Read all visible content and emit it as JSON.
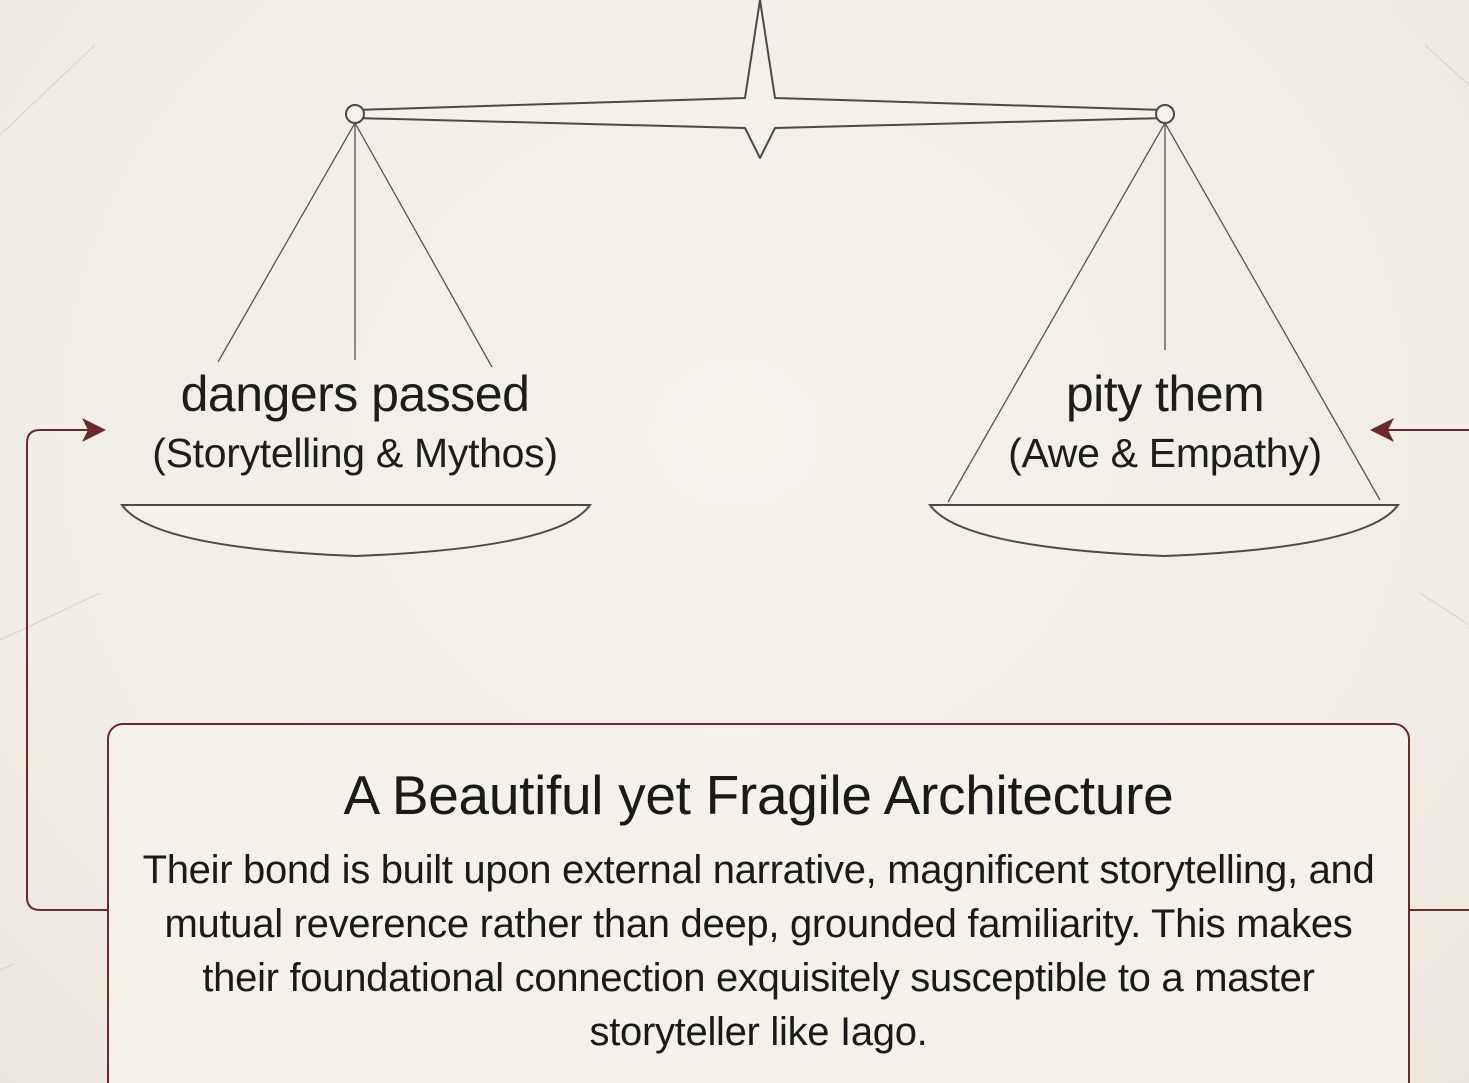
{
  "scale": {
    "left_pan": {
      "primary": "dangers passed",
      "secondary": "(Storytelling & Mythos)"
    },
    "right_pan": {
      "primary": "pity them",
      "secondary": "(Awe & Empathy)"
    }
  },
  "callout": {
    "title": "A Beautiful yet Fragile Architecture",
    "body": "Their bond is built upon external narrative, magnificent storytelling, and mutual reverence rather than deep, grounded familiarity. This makes their foundational connection exquisitely susceptible to a master storyteller like Iago."
  },
  "colors": {
    "background": "#f2efe9",
    "line": "#4a4a4a",
    "accent_arrow": "#6b2a2a",
    "text": "#1a1a1a"
  }
}
